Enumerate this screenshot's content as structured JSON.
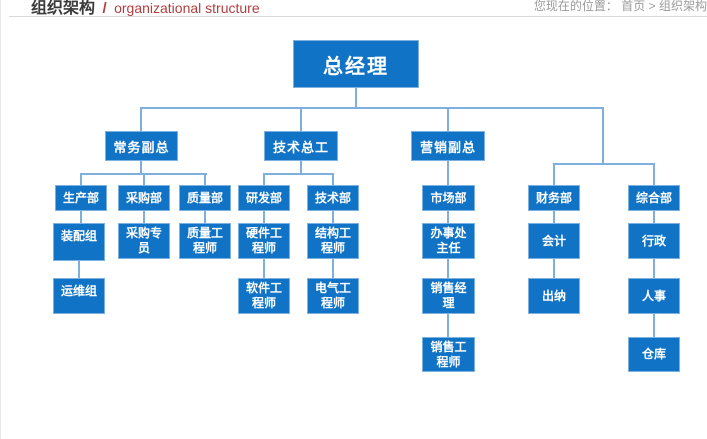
{
  "header": {
    "title_zh": "组织架构",
    "title_divider": "/",
    "title_en": "organizational structure",
    "breadcrumb": {
      "prefix": "您现在的位置：",
      "home": "首页",
      "separator": ">",
      "current": "组织架构"
    }
  },
  "colors": {
    "node_fill": "#1173c5",
    "node_border": "#7db2e0",
    "connector": "#7fb0dd",
    "title_zh": "#3a3a3a",
    "title_en": "#b23e3e",
    "breadcrumb": "#9b9b9b"
  },
  "org": {
    "nodes": {
      "gm": "总经理",
      "vp_exec": "常务副总",
      "vp_tech": "技术总工",
      "vp_sales": "营销副总",
      "dept_production": "生产部",
      "dept_purchasing": "采购部",
      "dept_quality": "质量部",
      "dept_rnd": "研发部",
      "dept_tech": "技术部",
      "dept_market": "市场部",
      "dept_finance": "财务部",
      "dept_general": "综合部",
      "assembly_group": "装配组",
      "purchasing_specialist": "采购专\n员",
      "quality_engineer": "质量工\n程师",
      "hardware_engineer": "硬件工\n程师",
      "structural_engineer": "结构工\n程师",
      "office_director": "办事处\n主任",
      "accountant": "会计",
      "admin": "行政",
      "ops_group": "运维组",
      "software_engineer": "软件工\n程师",
      "electrical_engineer": "电气工\n程师",
      "sales_manager": "销售经\n理",
      "cashier": "出纳",
      "hr": "人事",
      "sales_engineer": "销售工\n程师",
      "warehouse": "仓库"
    },
    "edges": [
      [
        "gm",
        "vp_exec"
      ],
      [
        "gm",
        "vp_tech"
      ],
      [
        "gm",
        "vp_sales"
      ],
      [
        "gm",
        "dept_finance"
      ],
      [
        "gm",
        "dept_general"
      ],
      [
        "vp_exec",
        "dept_production"
      ],
      [
        "vp_exec",
        "dept_purchasing"
      ],
      [
        "vp_exec",
        "dept_quality"
      ],
      [
        "vp_tech",
        "dept_rnd"
      ],
      [
        "vp_tech",
        "dept_tech"
      ],
      [
        "vp_sales",
        "dept_market"
      ],
      [
        "dept_production",
        "assembly_group"
      ],
      [
        "assembly_group",
        "ops_group"
      ],
      [
        "dept_purchasing",
        "purchasing_specialist"
      ],
      [
        "dept_quality",
        "quality_engineer"
      ],
      [
        "dept_rnd",
        "hardware_engineer"
      ],
      [
        "hardware_engineer",
        "software_engineer"
      ],
      [
        "dept_tech",
        "structural_engineer"
      ],
      [
        "structural_engineer",
        "electrical_engineer"
      ],
      [
        "dept_market",
        "office_director"
      ],
      [
        "office_director",
        "sales_manager"
      ],
      [
        "sales_manager",
        "sales_engineer"
      ],
      [
        "dept_finance",
        "accountant"
      ],
      [
        "accountant",
        "cashier"
      ],
      [
        "dept_general",
        "admin"
      ],
      [
        "admin",
        "hr"
      ],
      [
        "hr",
        "warehouse"
      ]
    ]
  }
}
